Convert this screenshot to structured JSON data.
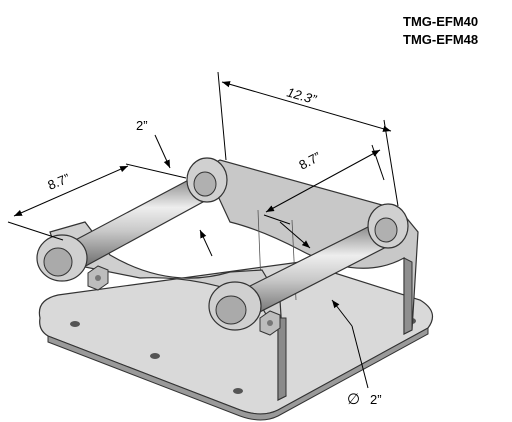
{
  "models": [
    "TMG-EFM40",
    "TMG-EFM48"
  ],
  "dimensions": {
    "pin_center_distance": "12.3”",
    "pin_diameter_top": "2”",
    "left_pin_length": "8.7”",
    "right_pin_length": "8.7”",
    "diameter_symbol": "∅",
    "pin_diameter_bottom": "2”"
  }
}
